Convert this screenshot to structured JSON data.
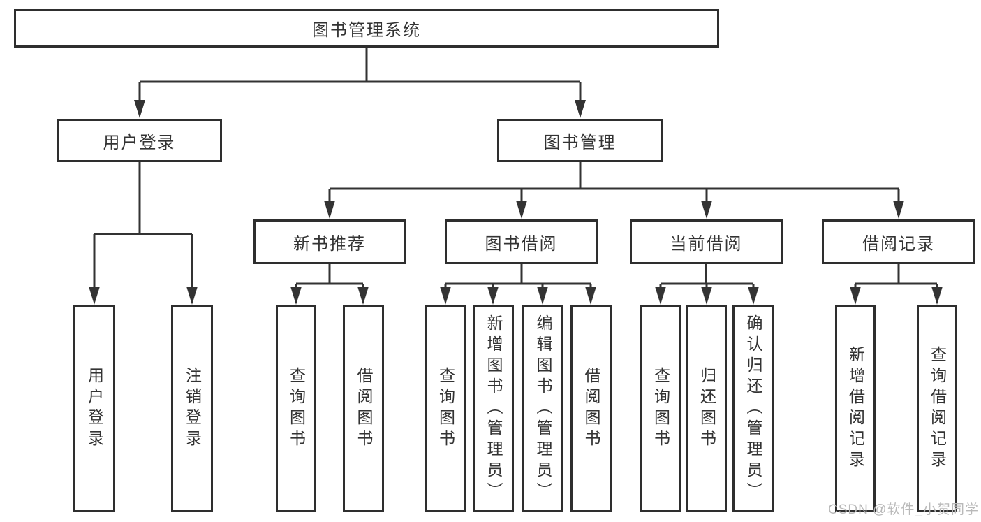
{
  "diagram": {
    "title": "图书管理系统",
    "level2": [
      {
        "label": "用户登录"
      },
      {
        "label": "图书管理"
      }
    ],
    "level3": [
      {
        "label": "新书推荐",
        "parent": "图书管理"
      },
      {
        "label": "图书借阅",
        "parent": "图书管理"
      },
      {
        "label": "当前借阅",
        "parent": "图书管理"
      },
      {
        "label": "借阅记录",
        "parent": "图书管理"
      }
    ],
    "leaves": [
      {
        "label": "用户登录",
        "parent": "用户登录"
      },
      {
        "label": "注销登录",
        "parent": "用户登录"
      },
      {
        "label": "查询图书",
        "parent": "新书推荐"
      },
      {
        "label": "借阅图书",
        "parent": "新书推荐"
      },
      {
        "label": "查询图书",
        "parent": "图书借阅"
      },
      {
        "label": "新增图书（管理员）",
        "parent": "图书借阅"
      },
      {
        "label": "编辑图书（管理员）",
        "parent": "图书借阅"
      },
      {
        "label": "借阅图书",
        "parent": "图书借阅"
      },
      {
        "label": "查询图书",
        "parent": "当前借阅"
      },
      {
        "label": "归还图书",
        "parent": "当前借阅"
      },
      {
        "label": "确认归还（管理员）",
        "parent": "当前借阅"
      },
      {
        "label": "新增借阅记录",
        "parent": "借阅记录"
      },
      {
        "label": "查询借阅记录",
        "parent": "借阅记录"
      }
    ]
  },
  "watermark": "CSDN @软件_小贺同学",
  "colors": {
    "line": "#333333",
    "border": "#2e2e2e",
    "text": "#333333",
    "watermark": "#b9b9b9",
    "background": "#ffffff"
  }
}
